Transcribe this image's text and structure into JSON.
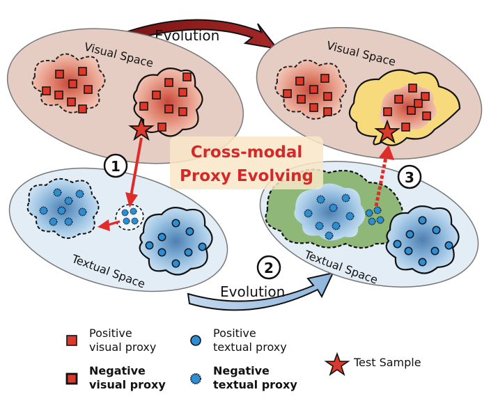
{
  "labels": {
    "visual_space": "Visual Space",
    "textual_space": "Textual Space",
    "evolution": "Evolution",
    "title_line1": "Cross-modal",
    "title_line2": "Proxy Evolving",
    "step1": "1",
    "step2": "2",
    "step3": "3"
  },
  "legend": {
    "pos_visual_1": "Positive",
    "pos_visual_2": "visual proxy",
    "neg_visual_1": "Negative",
    "neg_visual_2": "visual proxy",
    "pos_textual_1": "Positive",
    "pos_textual_2": "textual proxy",
    "neg_textual_1": "Negative",
    "neg_textual_2": "textual proxy",
    "test_sample": "Test Sample"
  },
  "colors": {
    "visual_space_fill": "#e6cdc3",
    "textual_space_fill": "#e3edf6",
    "visual_proxy": "#d93a2b",
    "textual_proxy": "#2b8fd6",
    "arrow_red": "#e02b2b",
    "evolution_dark": "#8b1a1a",
    "evolution_light": "#aecbe6",
    "highlight_yellow": "#f6da7c",
    "highlight_green": "#8fb878",
    "title_bg": "#f9e6c8"
  }
}
